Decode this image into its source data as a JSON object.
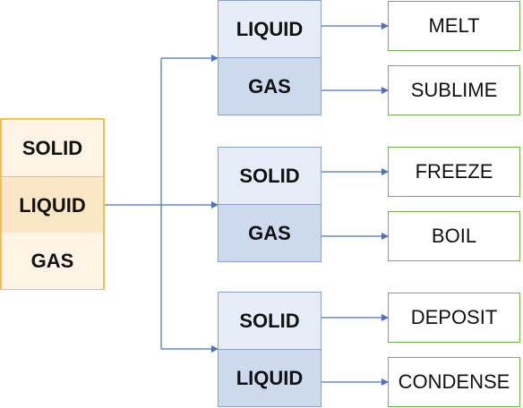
{
  "source": {
    "cells": [
      "SOLID",
      "LIQUID",
      "GAS"
    ]
  },
  "pairs": [
    {
      "top": "LIQUID",
      "bottom": "GAS"
    },
    {
      "top": "SOLID",
      "bottom": "GAS"
    },
    {
      "top": "SOLID",
      "bottom": "LIQUID"
    }
  ],
  "results": [
    "MELT",
    "SUBLIME",
    "FREEZE",
    "BOIL",
    "DEPOSIT",
    "CONDENSE"
  ],
  "colors": {
    "source_border": "#f5c04a",
    "source_fill": "#fdf4e6",
    "source_highlight": "#fbe6c6",
    "pair_border": "#8aa1c8",
    "pair_top_fill": "#e7edf8",
    "pair_bottom_fill": "#cddaee",
    "result_border": "#6db24a",
    "arrow": "#4a72b8"
  }
}
